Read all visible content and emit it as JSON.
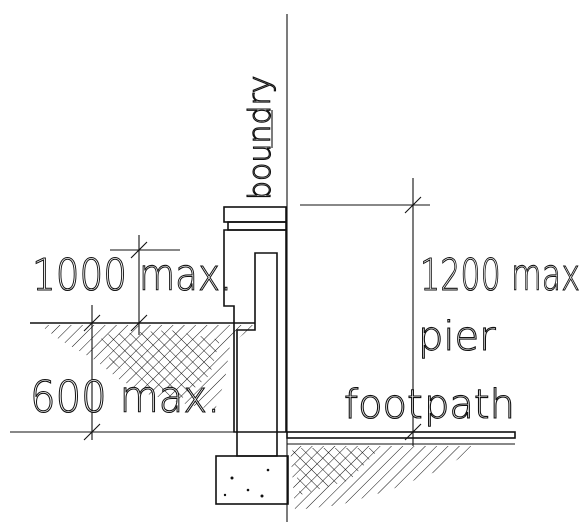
{
  "labels": {
    "boundary": "boundry",
    "wall_height": "1000 max.",
    "pier_height_value": "1200 max",
    "pier_word": "pier",
    "footing_depth": "600 max.",
    "foot": "foot",
    "path": "path"
  }
}
